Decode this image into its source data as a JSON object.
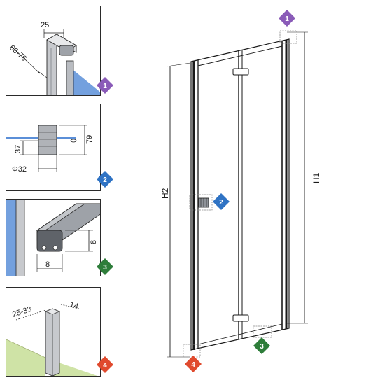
{
  "details": [
    {
      "id": 1,
      "dim_width": "25",
      "dim_range": "66-76",
      "badge": "1",
      "badge_color": "#8a5bb8"
    },
    {
      "id": 2,
      "dim_height": "79",
      "dim_offset": "37",
      "dim_diameter": "Φ32",
      "badge": "2",
      "badge_color": "#2f73c4"
    },
    {
      "id": 3,
      "dim_height": "8",
      "dim_width": "8",
      "badge": "3",
      "badge_color": "#2e7d3a"
    },
    {
      "id": 4,
      "dim_range": "25-33",
      "dim_width": "14",
      "badge": "4",
      "badge_color": "#e04a2e"
    }
  ],
  "main": {
    "label_h1": "H1",
    "label_h2": "H2",
    "callouts": [
      {
        "badge": "1",
        "color": "#8a5bb8"
      },
      {
        "badge": "2",
        "color": "#2f73c4"
      },
      {
        "badge": "3",
        "color": "#2e7d3a"
      },
      {
        "badge": "4",
        "color": "#e04a2e"
      }
    ]
  },
  "colors": {
    "glass": "#5b8fd8",
    "profile": "#b9bcc1",
    "floor": "#cfe3a6",
    "line": "#1a1a1a"
  }
}
